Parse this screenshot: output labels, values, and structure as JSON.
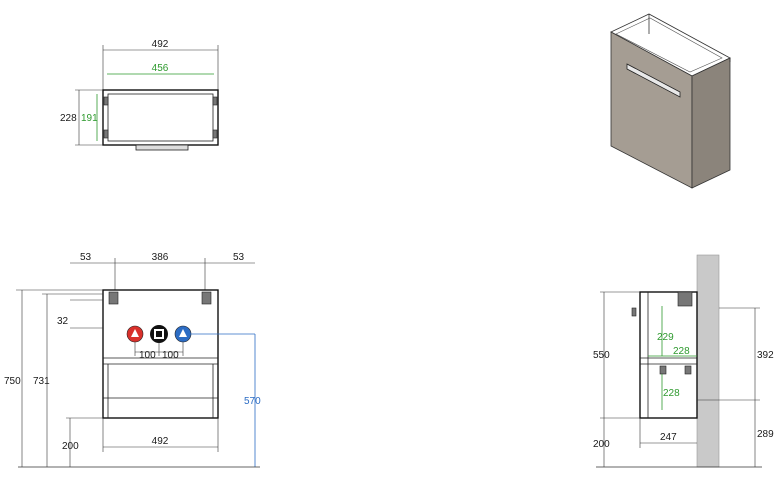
{
  "top_view": {
    "outer_width": "492",
    "inner_width": "456",
    "depth": "228",
    "inner_depth": "191"
  },
  "front_view": {
    "side_left": "53",
    "middle": "386",
    "side_right": "53",
    "offset_32": "32",
    "pipe_spacing_left": "100",
    "pipe_spacing_right": "100",
    "total_height": "750",
    "body_height": "731",
    "pipe_height": "570",
    "floor_gap": "200",
    "bottom_width": "492"
  },
  "side_view": {
    "cabinet_height": "550",
    "upper_229": "229",
    "mid_228": "228",
    "lower_228": "228",
    "right_392": "392",
    "right_289": "289",
    "floor_gap": "200",
    "depth": "247"
  },
  "colors": {
    "cabinet_face": "#a59d93",
    "cabinet_side": "#8b847b",
    "wall": "#c9c9c9",
    "dimension_green": "#2e9a2e",
    "dimension_blue": "#2b6cc4",
    "hot_valve": "#d9302b",
    "cold_valve": "#2b6cc4",
    "drain": "#111111"
  }
}
